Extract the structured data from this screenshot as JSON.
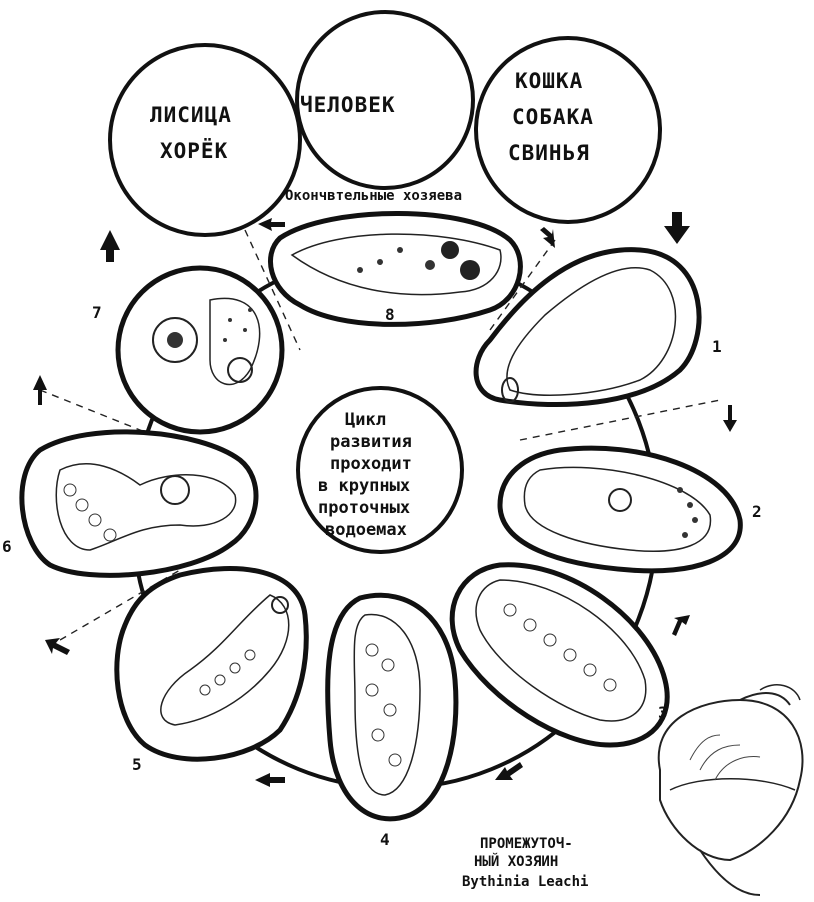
{
  "hosts": {
    "left": [
      "ЛИСИЦА",
      "ХОРЁК"
    ],
    "middle": "ЧЕЛОВЕК",
    "right": [
      "КОШКА",
      "СОБАКА",
      "СВИНЬЯ"
    ]
  },
  "definitive_label": "Окончвтельные хозяева",
  "center_text": [
    "Цикл",
    "развития",
    "проходит",
    "в крупных",
    "проточных",
    "водоемах"
  ],
  "stage_numbers": [
    "1",
    "2",
    "3",
    "4",
    "5",
    "6",
    "7",
    "8"
  ],
  "intermediate_host": {
    "line1": "ПРОМЕЖУТОЧ-",
    "line2": "НЫЙ ХОЗЯИН",
    "species": "Bythinia Leachi"
  }
}
